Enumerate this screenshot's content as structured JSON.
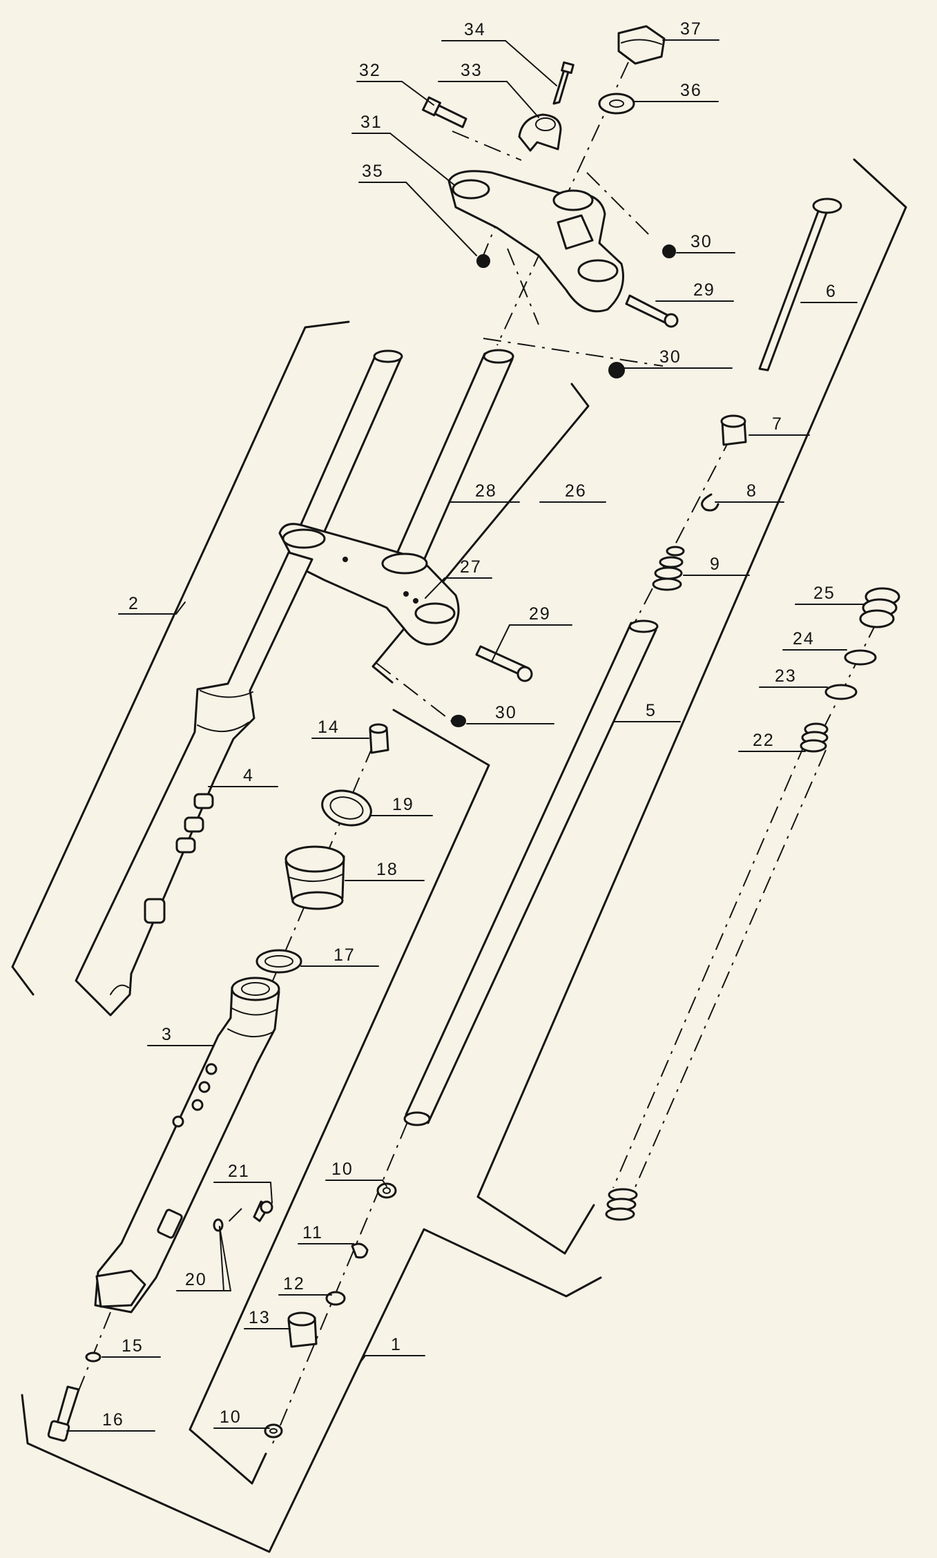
{
  "callouts": [
    {
      "id": "c1",
      "label": "1"
    },
    {
      "id": "c2",
      "label": "2"
    },
    {
      "id": "c3",
      "label": "3"
    },
    {
      "id": "c4",
      "label": "4"
    },
    {
      "id": "c5",
      "label": "5"
    },
    {
      "id": "c6",
      "label": "6"
    },
    {
      "id": "c7",
      "label": "7"
    },
    {
      "id": "c8",
      "label": "8"
    },
    {
      "id": "c9",
      "label": "9"
    },
    {
      "id": "c10a",
      "label": "10"
    },
    {
      "id": "c10b",
      "label": "10"
    },
    {
      "id": "c11",
      "label": "11"
    },
    {
      "id": "c12",
      "label": "12"
    },
    {
      "id": "c13",
      "label": "13"
    },
    {
      "id": "c14",
      "label": "14"
    },
    {
      "id": "c15",
      "label": "15"
    },
    {
      "id": "c16",
      "label": "16"
    },
    {
      "id": "c17",
      "label": "17"
    },
    {
      "id": "c18",
      "label": "18"
    },
    {
      "id": "c19",
      "label": "19"
    },
    {
      "id": "c20",
      "label": "20"
    },
    {
      "id": "c21",
      "label": "21"
    },
    {
      "id": "c22",
      "label": "22"
    },
    {
      "id": "c23",
      "label": "23"
    },
    {
      "id": "c24",
      "label": "24"
    },
    {
      "id": "c25",
      "label": "25"
    },
    {
      "id": "c26",
      "label": "26"
    },
    {
      "id": "c27",
      "label": "27"
    },
    {
      "id": "c28",
      "label": "28"
    },
    {
      "id": "c29a",
      "label": "29"
    },
    {
      "id": "c29b",
      "label": "29"
    },
    {
      "id": "c30a",
      "label": "30"
    },
    {
      "id": "c30b",
      "label": "30"
    },
    {
      "id": "c30c",
      "label": "30"
    },
    {
      "id": "c31",
      "label": "31"
    },
    {
      "id": "c32",
      "label": "32"
    },
    {
      "id": "c33",
      "label": "33"
    },
    {
      "id": "c34",
      "label": "34"
    },
    {
      "id": "c35",
      "label": "35"
    },
    {
      "id": "c36",
      "label": "36"
    },
    {
      "id": "c37",
      "label": "37"
    }
  ]
}
